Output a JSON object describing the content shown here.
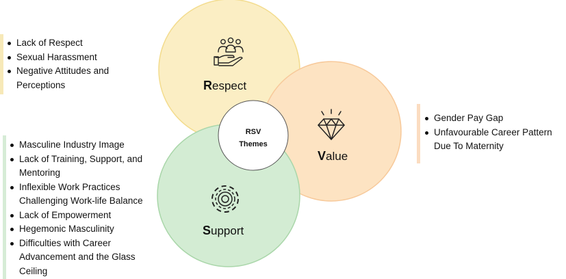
{
  "center": {
    "line1": "RSV",
    "line2": "Themes"
  },
  "themes": [
    {
      "key": "respect",
      "initial": "R",
      "rest": "espect",
      "fill": "#fbeec4",
      "stroke": "#f3dc8e",
      "accent": "#f7e9b8",
      "icon": "people-hand-icon",
      "items": [
        "Lack of Respect",
        "Sexual Harassment",
        "Negative Attitudes and",
        "Perceptions"
      ]
    },
    {
      "key": "value",
      "initial": "V",
      "rest": "alue",
      "fill": "#fde3c2",
      "stroke": "#f7c99a",
      "accent": "#fbdcc0",
      "icon": "diamond-icon",
      "items": [
        "Gender Pay Gap",
        "Unfavourable Career Pattern",
        "Due To Maternity"
      ]
    },
    {
      "key": "support",
      "initial": "S",
      "rest": "upport",
      "fill": "#d3ecd3",
      "stroke": "#a9d6a9",
      "accent": "#d6ecd6",
      "icon": "gear-icon",
      "items": [
        "Masculine Industry Image",
        "Lack of Training, Support, and",
        "Mentoring",
        "Inflexible Work Practices",
        "Challenging Work-life Balance",
        "Lack of Empowerment",
        "Hegemonic Masculinity",
        "Difficulties with Career",
        "Advancement and the Glass",
        "Ceiling"
      ]
    }
  ]
}
